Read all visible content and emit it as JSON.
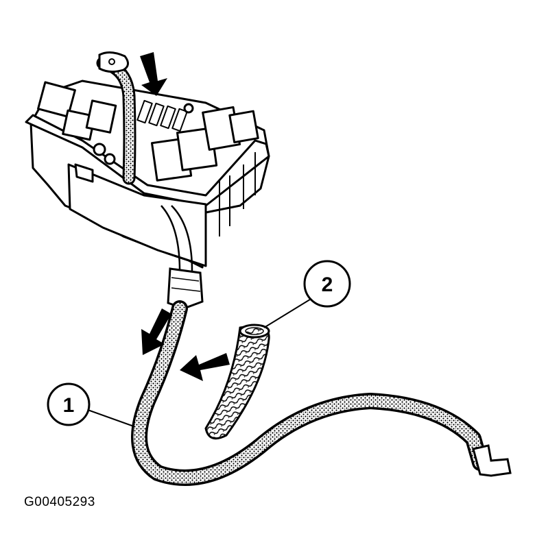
{
  "callouts": [
    {
      "label": "1"
    },
    {
      "label": "2"
    }
  ],
  "figure_code": "G00405293"
}
